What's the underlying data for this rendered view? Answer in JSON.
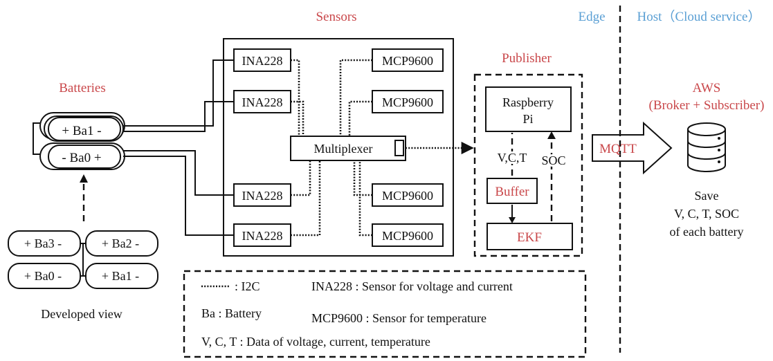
{
  "sections": {
    "sensors": "Sensors",
    "edge": "Edge",
    "host": "Host（Cloud service）",
    "publisher": "Publisher",
    "batteries": "Batteries"
  },
  "batteries": {
    "ba1": "+ Ba1 -",
    "ba0": "- Ba0 +"
  },
  "developed": {
    "ba3": "+ Ba3 -",
    "ba2": "+ Ba2 -",
    "ba0": "+ Ba0 -",
    "ba1": "+ Ba1 -",
    "caption": "Developed view"
  },
  "sensors": {
    "ina": [
      "INA228",
      "INA228",
      "INA228",
      "INA228"
    ],
    "mcp": [
      "MCP9600",
      "MCP9600",
      "MCP9600",
      "MCP9600"
    ],
    "multiplexer": "Multiplexer"
  },
  "publisher": {
    "rpi_line1": "Raspberry",
    "rpi_line2": "Pi",
    "vct": "V,C,T",
    "soc": "SOC",
    "buffer": "Buffer",
    "ekf": "EKF"
  },
  "mqtt": "MQTT",
  "aws": {
    "title": "AWS",
    "subtitle": "(Broker + Subscriber)",
    "save1": "Save",
    "save2": "V, C, T, SOC",
    "save3": "of each battery"
  },
  "legend": {
    "i2c": ": I2C",
    "ina": "INA228 : Sensor for voltage and current",
    "ba": "Ba : Battery",
    "mcp": "MCP9600 : Sensor for temperature",
    "vct": "V, C, T : Data of voltage, current, temperature"
  },
  "colors": {
    "accent_red": "#c9474a",
    "edge_blue": "#5a9fd4"
  },
  "icons": {
    "cloud": "database-icon"
  }
}
